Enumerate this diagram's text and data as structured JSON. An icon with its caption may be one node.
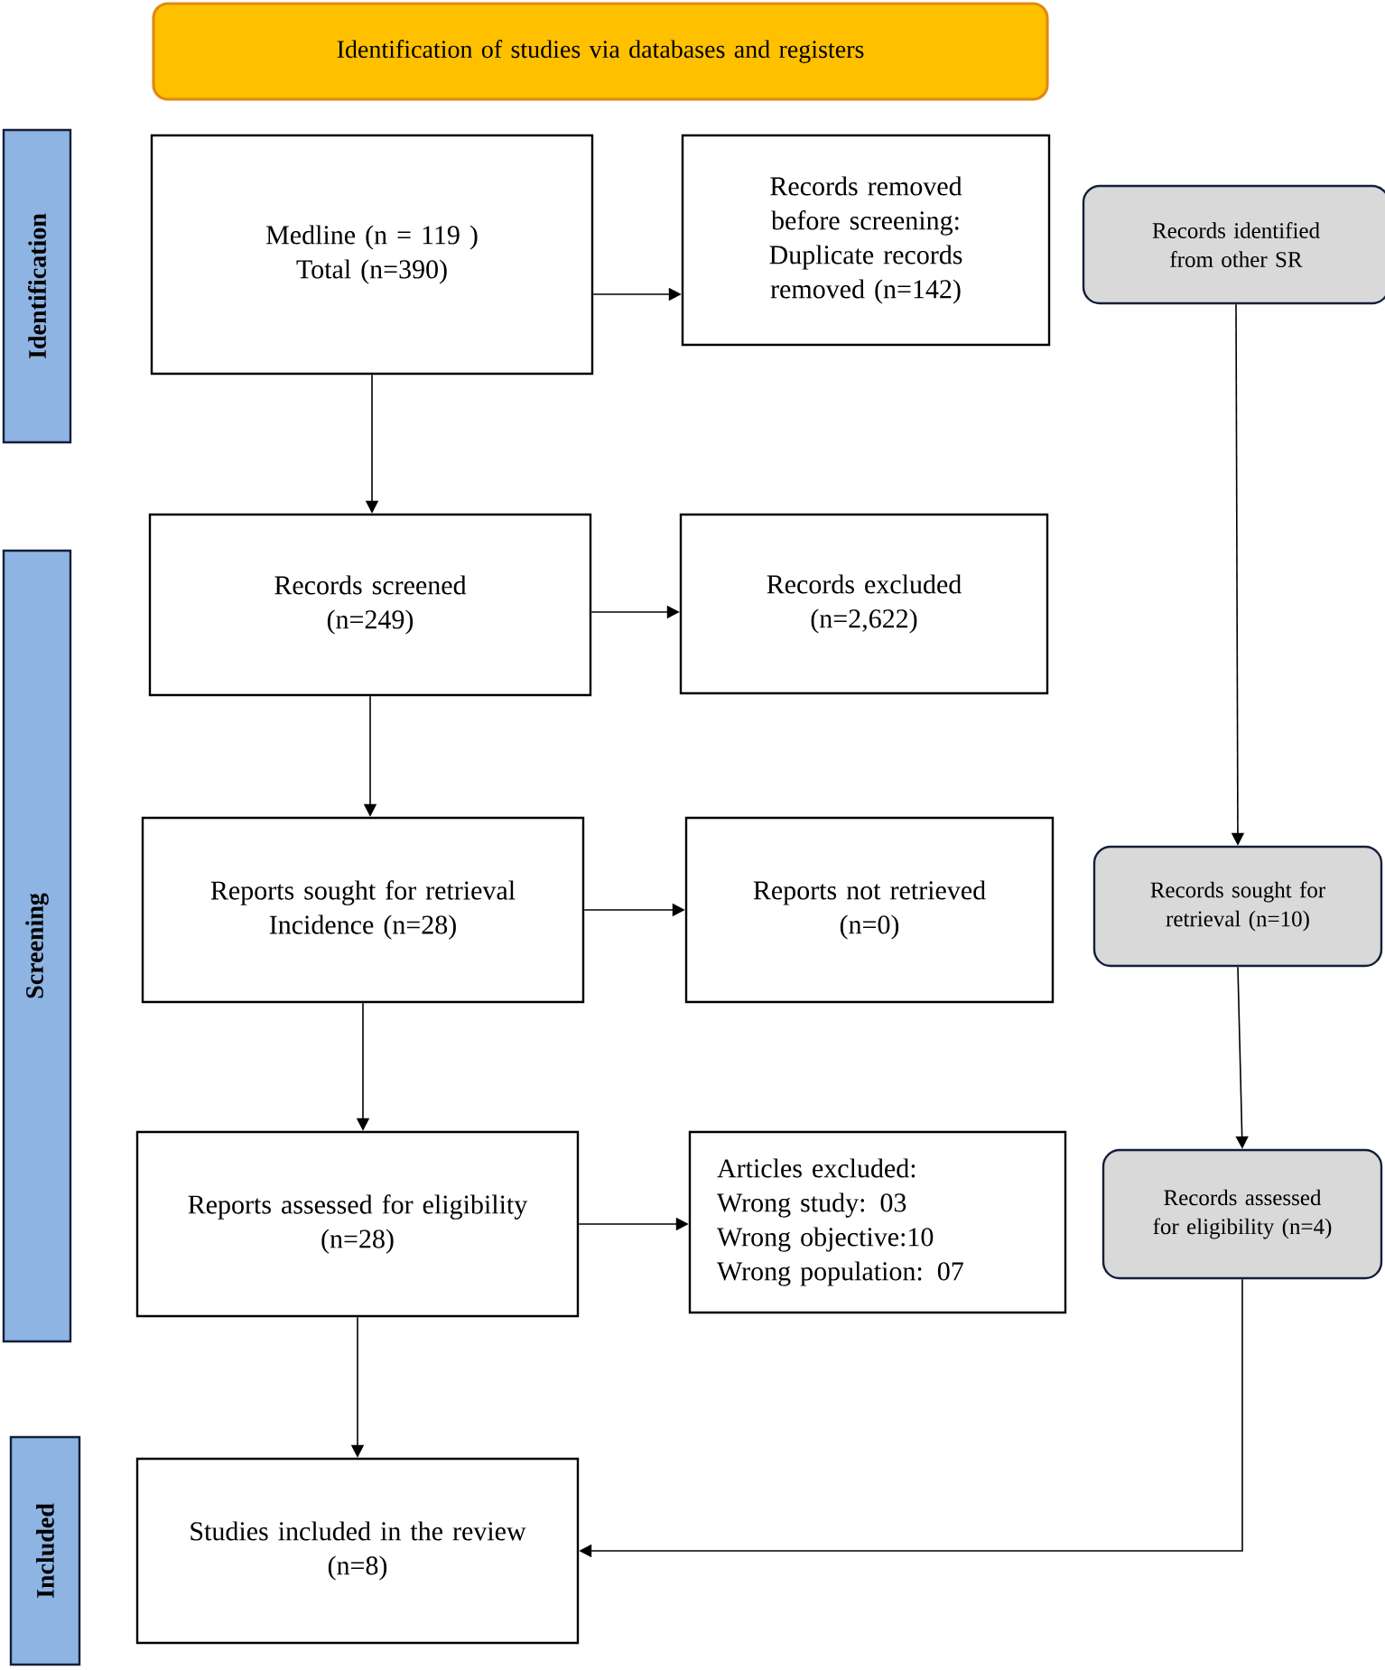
{
  "diagram": {
    "nodes": [
      {
        "text": [
          "Identification of studies via databases and registers"
        ]
      },
      {
        "text": [
          "Identification"
        ]
      },
      {
        "text": [
          "Screening"
        ]
      },
      {
        "text": [
          "Included"
        ]
      },
      {
        "text": [
          "Medline (n = 119 )",
          "Total (n=390)"
        ]
      },
      {
        "text": [
          "Records removed before screening:",
          "Duplicate records removed (n=142)"
        ]
      },
      {
        "text": [
          "Records identified from other SR"
        ]
      },
      {
        "text": [
          "Records screened",
          "(n=249)"
        ]
      },
      {
        "text": [
          "Records excluded",
          "(n=2,622)"
        ]
      },
      {
        "text": [
          "Reports sought for retrieval",
          "Incidence (n=28)"
        ]
      },
      {
        "text": [
          "Reports not retrieved",
          "(n=0)"
        ]
      },
      {
        "text": [
          "Records sought for retrieval (n=10)"
        ]
      },
      {
        "text": [
          "Reports assessed for eligibility",
          "(n=28)"
        ]
      },
      {
        "text": [
          "Articles excluded:",
          "Wrong study: 03",
          "Wrong objective:10",
          "Wrong population: 07"
        ]
      },
      {
        "text": [
          "Records assessed for eligibility (n=4)"
        ]
      },
      {
        "text": [
          "Studies included in the review",
          "(n=8)"
        ]
      }
    ],
    "edges": [
      {
        "from": 4,
        "to": 5,
        "arrow": "to"
      },
      {
        "from": 4,
        "to": 7,
        "arrow": "to"
      },
      {
        "from": 7,
        "to": 8,
        "arrow": "to"
      },
      {
        "from": 7,
        "to": 9,
        "arrow": "to"
      },
      {
        "from": 9,
        "to": 10,
        "arrow": "to"
      },
      {
        "from": 9,
        "to": 12,
        "arrow": "to"
      },
      {
        "from": 12,
        "to": 13,
        "arrow": "to"
      },
      {
        "from": 12,
        "to": 15,
        "arrow": "to"
      },
      {
        "from": 6,
        "to": 11,
        "arrow": "to"
      },
      {
        "from": 11,
        "to": 14,
        "arrow": "to"
      },
      {
        "from": 14,
        "to": 15,
        "arrow": "to"
      }
    ]
  }
}
